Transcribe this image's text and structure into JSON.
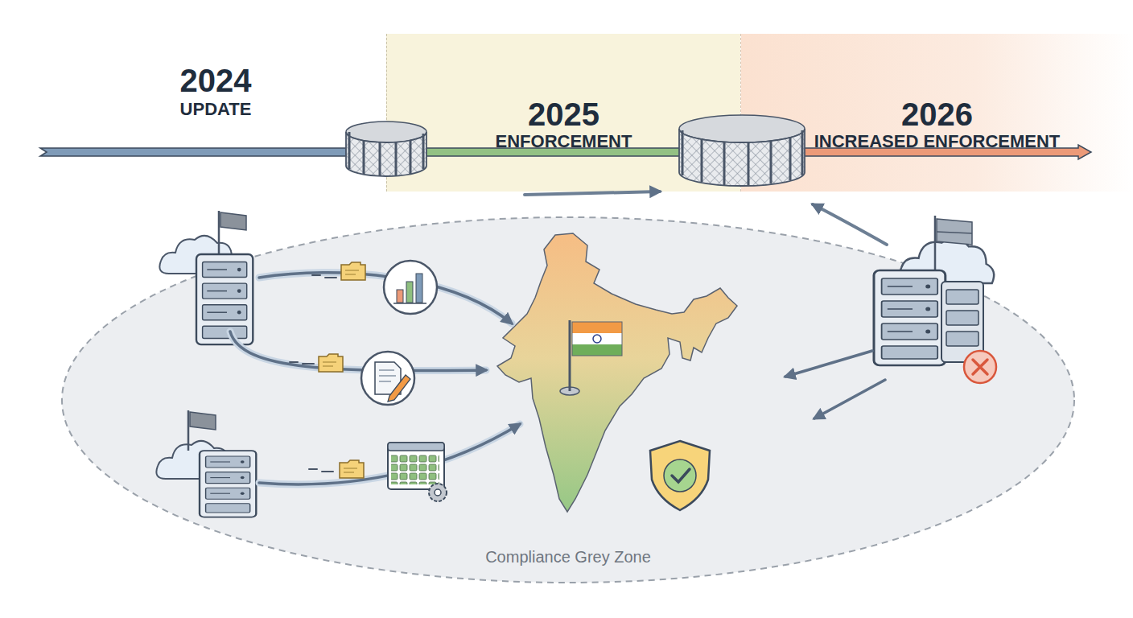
{
  "diagram": {
    "nodes": [
      {
        "text": [
          "2025",
          "ENFORCEMENT"
        ]
      },
      {
        "text": [
          "2026",
          "INCREASED ENFORCEMENT"
        ]
      },
      {
        "text": [
          "Compliance Grey Zone"
        ]
      }
    ],
    "labels": [
      "2024",
      "UPDATE"
    ]
  }
}
